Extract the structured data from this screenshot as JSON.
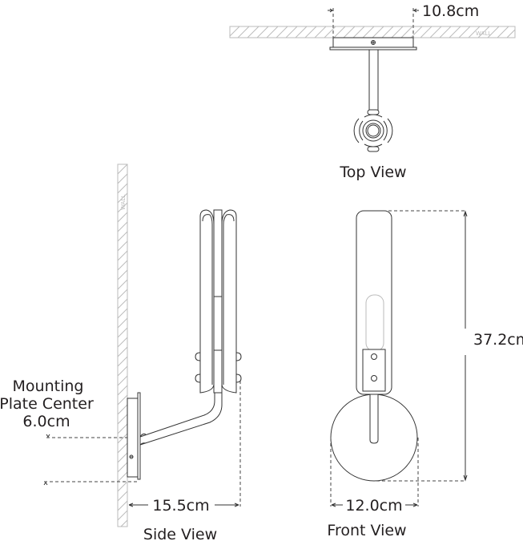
{
  "top_view": {
    "title": "Top View",
    "width_dim": "10.8cm",
    "wall_label": "WALL"
  },
  "side_view": {
    "title": "Side View",
    "depth_dim": "15.5cm",
    "wall_label": "WALL",
    "mounting_label_1": "Mounting",
    "mounting_label_2": "Plate Center",
    "mounting_dim": "6.0cm"
  },
  "front_view": {
    "title": "Front View",
    "height_dim": "37.2cm",
    "width_dim": "12.0cm"
  }
}
